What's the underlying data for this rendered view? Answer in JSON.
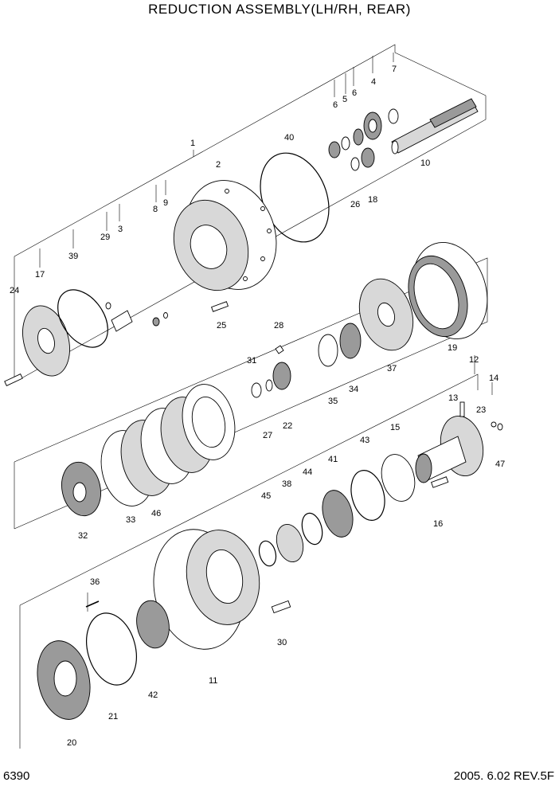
{
  "header": {
    "title": "REDUCTION  ASSEMBLY(LH/RH, REAR)"
  },
  "footer": {
    "page_code": "6390",
    "revision": "2005. 6.02  REV.5F"
  },
  "callouts": [
    "1",
    "2",
    "3",
    "4",
    "5",
    "6",
    "6",
    "7",
    "8",
    "9",
    "10",
    "11",
    "12",
    "13",
    "14",
    "15",
    "16",
    "17",
    "18",
    "19",
    "20",
    "21",
    "22",
    "23",
    "24",
    "25",
    "26",
    "27",
    "28",
    "29",
    "30",
    "31",
    "32",
    "33",
    "34",
    "35",
    "36",
    "37",
    "38",
    "39",
    "40",
    "41",
    "42",
    "43",
    "44",
    "45",
    "46",
    "47"
  ]
}
